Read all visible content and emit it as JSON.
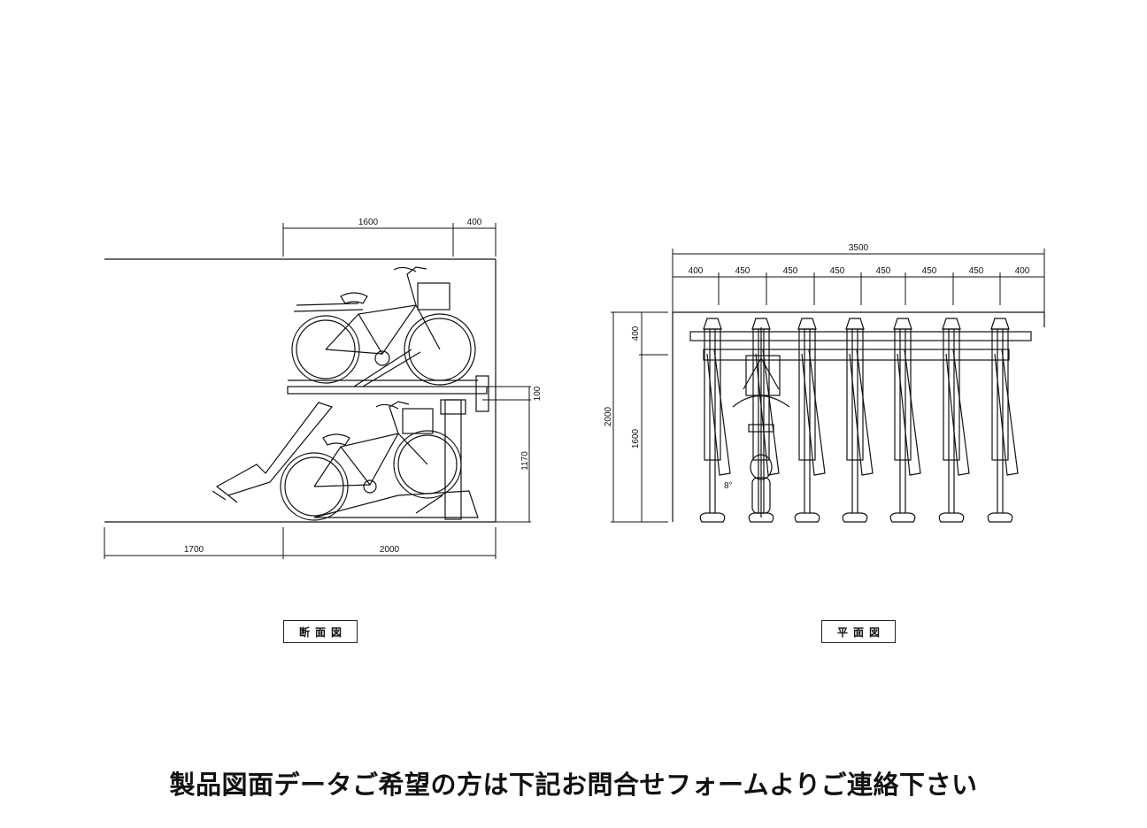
{
  "section_view": {
    "title": "断面図",
    "dims_top": [
      "1600",
      "400"
    ],
    "dims_bottom": [
      "1700",
      "2000"
    ],
    "dims_right": [
      "100",
      "1170"
    ]
  },
  "plan_view": {
    "title": "平面図",
    "dim_total": "3500",
    "dims_top": [
      "400",
      "450",
      "450",
      "450",
      "450",
      "450",
      "450",
      "400"
    ],
    "dims_left_total": "2000",
    "dims_left": [
      "400",
      "1600"
    ],
    "angle_label": "8°"
  },
  "footer": {
    "text": "製品図面データご希望の方は下記お問合せフォームよりご連絡下さい"
  }
}
